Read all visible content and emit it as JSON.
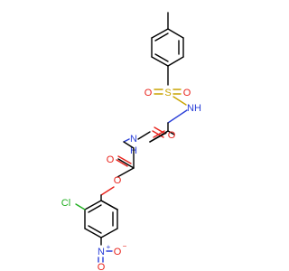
{
  "molecule": {
    "atoms": {
      "sulfur": "S",
      "sulfonyl_o_left": "O",
      "sulfonyl_o_right": "O",
      "sulfonamide_nh": "NH",
      "amide_nh": "N",
      "amide_h": "H",
      "amide_o": "O",
      "ester_carbonyl_o": "O",
      "ester_o": "O",
      "chloro": "Cl",
      "nitro_n": "N",
      "nitro_n_charge": "+",
      "nitro_o_up": "O",
      "nitro_o_right": "O",
      "nitro_o_right_charge": "−"
    },
    "colors": {
      "carbon": "#000000",
      "oxygen": "#e8221b",
      "nitrogen": "#2a3fd8",
      "sulfur": "#c9a400",
      "chlorine": "#1fae1f"
    }
  }
}
